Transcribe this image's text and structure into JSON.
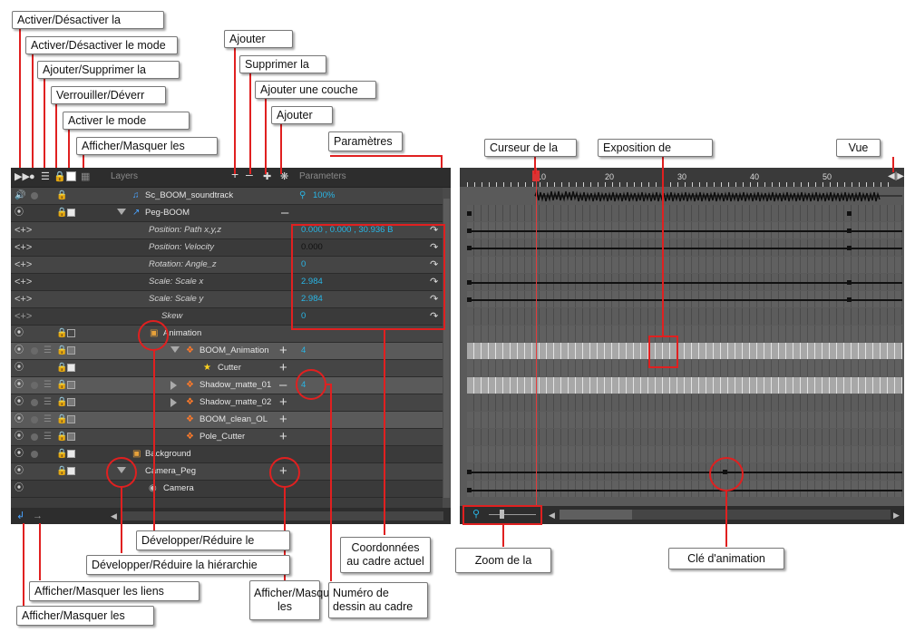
{
  "callouts": {
    "enable_disable": "Activer/Désactiver la",
    "enable_disable_mode": "Activer/Désactiver le mode",
    "add_remove": "Ajouter/Supprimer la",
    "lock_unlock": "Verrouiller/Déverr",
    "enable_mode": "Activer le mode",
    "show_hide": "Afficher/Masquer les",
    "add": "Ajouter",
    "remove": "Supprimer la",
    "add_layer": "Ajouter une couche",
    "add2": "Ajouter",
    "parameters": "Paramètres",
    "playhead": "Curseur de la",
    "exposure": "Exposition de",
    "view": "Vue",
    "expand_collapse": "Développer/Réduire le",
    "expand_hierarchy": "Développer/Réduire la hiérarchie",
    "show_links": "Afficher/Masquer les liens",
    "show_hide_bottom": "Afficher/Masquer les",
    "show_hide_mid": "Afficher/Masquer les",
    "coords": "Coordonnées au cadre actuel",
    "drawing_number": "Numéro de dessin au cadre",
    "zoom": "Zoom de la",
    "keyframe": "Clé d'animation"
  },
  "header": {
    "layers_label": "Layers",
    "parameters_label": "Parameters"
  },
  "timeline": {
    "ticks": [
      "10",
      "20",
      "30",
      "40",
      "50"
    ]
  },
  "layers": [
    {
      "name": "Sc_BOOM_soundtrack",
      "param": "100%"
    },
    {
      "name": "Peg-BOOM",
      "param": ""
    },
    {
      "name": "Position: Path x,y,z",
      "param": "0.000 , 0.000 , 30.936 B"
    },
    {
      "name": "Position: Velocity",
      "param": "0.000"
    },
    {
      "name": "Rotation: Angle_z",
      "param": "0"
    },
    {
      "name": "Scale: Scale x",
      "param": "2.984"
    },
    {
      "name": "Scale: Scale y",
      "param": "2.984"
    },
    {
      "name": "Skew",
      "param": "0"
    },
    {
      "name": "Animation",
      "param": ""
    },
    {
      "name": "BOOM_Animation",
      "param": "4"
    },
    {
      "name": "Cutter",
      "param": ""
    },
    {
      "name": "Shadow_matte_01",
      "param": "4"
    },
    {
      "name": "Shadow_matte_02",
      "param": ""
    },
    {
      "name": "BOOM_clean_OL",
      "param": ""
    },
    {
      "name": "Pole_Cutter",
      "param": ""
    },
    {
      "name": "Background",
      "param": ""
    },
    {
      "name": "Camera_Peg",
      "param": ""
    },
    {
      "name": "Camera",
      "param": ""
    }
  ]
}
